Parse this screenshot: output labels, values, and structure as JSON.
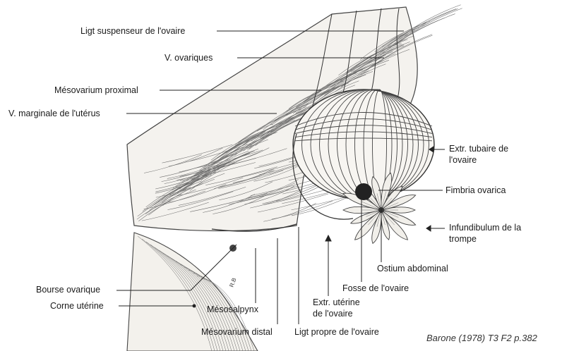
{
  "labels": {
    "ligt_suspenseur": "Ligt suspenseur de l'ovaire",
    "v_ovariques": "V. ovariques",
    "mesovarium_proximal": "Mésovarium proximal",
    "v_marginale": "V. marginale de l'utérus",
    "extr_tubaire_1": "Extr. tubaire de",
    "extr_tubaire_2": "l'ovaire",
    "fimbria": "Fimbria ovarica",
    "infundibulum_1": "Infundibulum de la",
    "infundibulum_2": "trompe",
    "ostium": "Ostium abdominal",
    "fosse": "Fosse de l'ovaire",
    "extr_uterine_1": "Extr. utérine",
    "extr_uterine_2": "de l'ovaire",
    "bourse": "Bourse ovarique",
    "corne": "Corne utérine",
    "mesosalpynx": "Mésosalpynx",
    "mesovarium_distal": "Mésovarium distal",
    "ligt_propre": "Ligt propre de l'ovaire"
  },
  "credit": "Barone (1978) T3 F2 p.382",
  "illustrator_initials": "R.B"
}
